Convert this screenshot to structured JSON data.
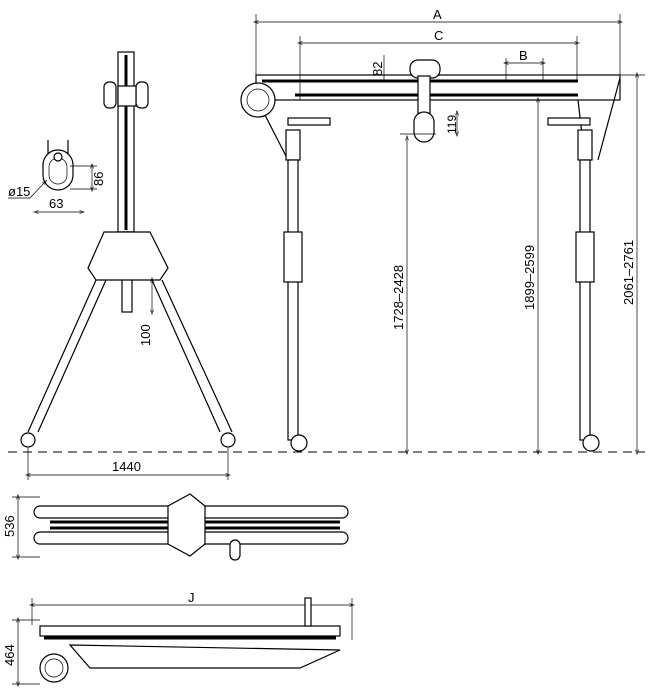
{
  "title": "Gantry crane dimension drawing",
  "dimensions": {
    "A": "A",
    "B": "B",
    "C": "C",
    "J": "J",
    "beam_height": "82",
    "hook_height": "119",
    "shackle_diameter": "ø15",
    "shackle_height": "86",
    "shackle_width": "63",
    "mast_extension": "100",
    "base_width": "1440",
    "lift_height": "1728–2428",
    "beam_underside_height": "1899–2599",
    "overall_height": "2061–2761",
    "folded_width": "536",
    "folded_height": "464"
  }
}
